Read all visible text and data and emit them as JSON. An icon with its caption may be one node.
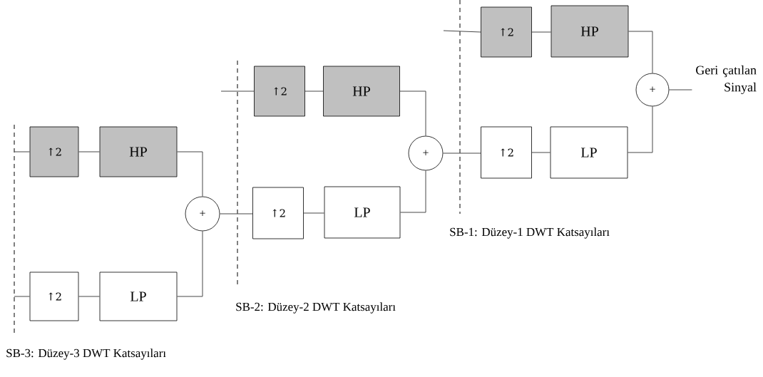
{
  "diagram": {
    "nodes": [
      {
        "text": [
          "↑2"
        ]
      },
      {
        "text": [
          "HP"
        ]
      },
      {
        "text": [
          "↑2"
        ]
      },
      {
        "text": [
          "LP"
        ]
      },
      {
        "text": [
          "+"
        ]
      },
      {
        "text": [
          "↑2"
        ]
      },
      {
        "text": [
          "HP"
        ]
      },
      {
        "text": [
          "↑2"
        ]
      },
      {
        "text": [
          "LP"
        ]
      },
      {
        "text": [
          "+"
        ]
      },
      {
        "text": [
          "↑2"
        ]
      },
      {
        "text": [
          "HP"
        ]
      },
      {
        "text": [
          "↑2"
        ]
      },
      {
        "text": [
          "LP"
        ]
      },
      {
        "text": [
          "+"
        ]
      },
      {
        "text": [
          "Geri çatılan Sinyal"
        ]
      }
    ],
    "edges": [
      {
        "from": null,
        "to": 0,
        "arrow": "none"
      },
      {
        "from": 0,
        "to": 1,
        "arrow": "none"
      },
      {
        "from": 1,
        "to": 4,
        "arrow": "none"
      },
      {
        "from": null,
        "to": 2,
        "arrow": "none"
      },
      {
        "from": 2,
        "to": 3,
        "arrow": "none"
      },
      {
        "from": 3,
        "to": 4,
        "arrow": "none"
      },
      {
        "from": 4,
        "to": 7,
        "arrow": "none"
      },
      {
        "from": null,
        "to": 5,
        "arrow": "none"
      },
      {
        "from": 5,
        "to": 6,
        "arrow": "none"
      },
      {
        "from": 6,
        "to": 9,
        "arrow": "none"
      },
      {
        "from": 7,
        "to": 8,
        "arrow": "none"
      },
      {
        "from": 8,
        "to": 9,
        "arrow": "none"
      },
      {
        "from": 9,
        "to": 12,
        "arrow": "none"
      },
      {
        "from": null,
        "to": 10,
        "arrow": "none"
      },
      {
        "from": 10,
        "to": 11,
        "arrow": "none"
      },
      {
        "from": 11,
        "to": 14,
        "arrow": "none"
      },
      {
        "from": 12,
        "to": 13,
        "arrow": "none"
      },
      {
        "from": 13,
        "to": 14,
        "arrow": "none"
      },
      {
        "from": 14,
        "to": 15,
        "arrow": "none"
      }
    ],
    "labels": [
      "SB-1: Düzey-1 DWT Katsayıları",
      "SB-2: Düzey-2 DWT Katsayıları",
      "SB-3: Düzey-3 DWT Katsayıları"
    ]
  }
}
